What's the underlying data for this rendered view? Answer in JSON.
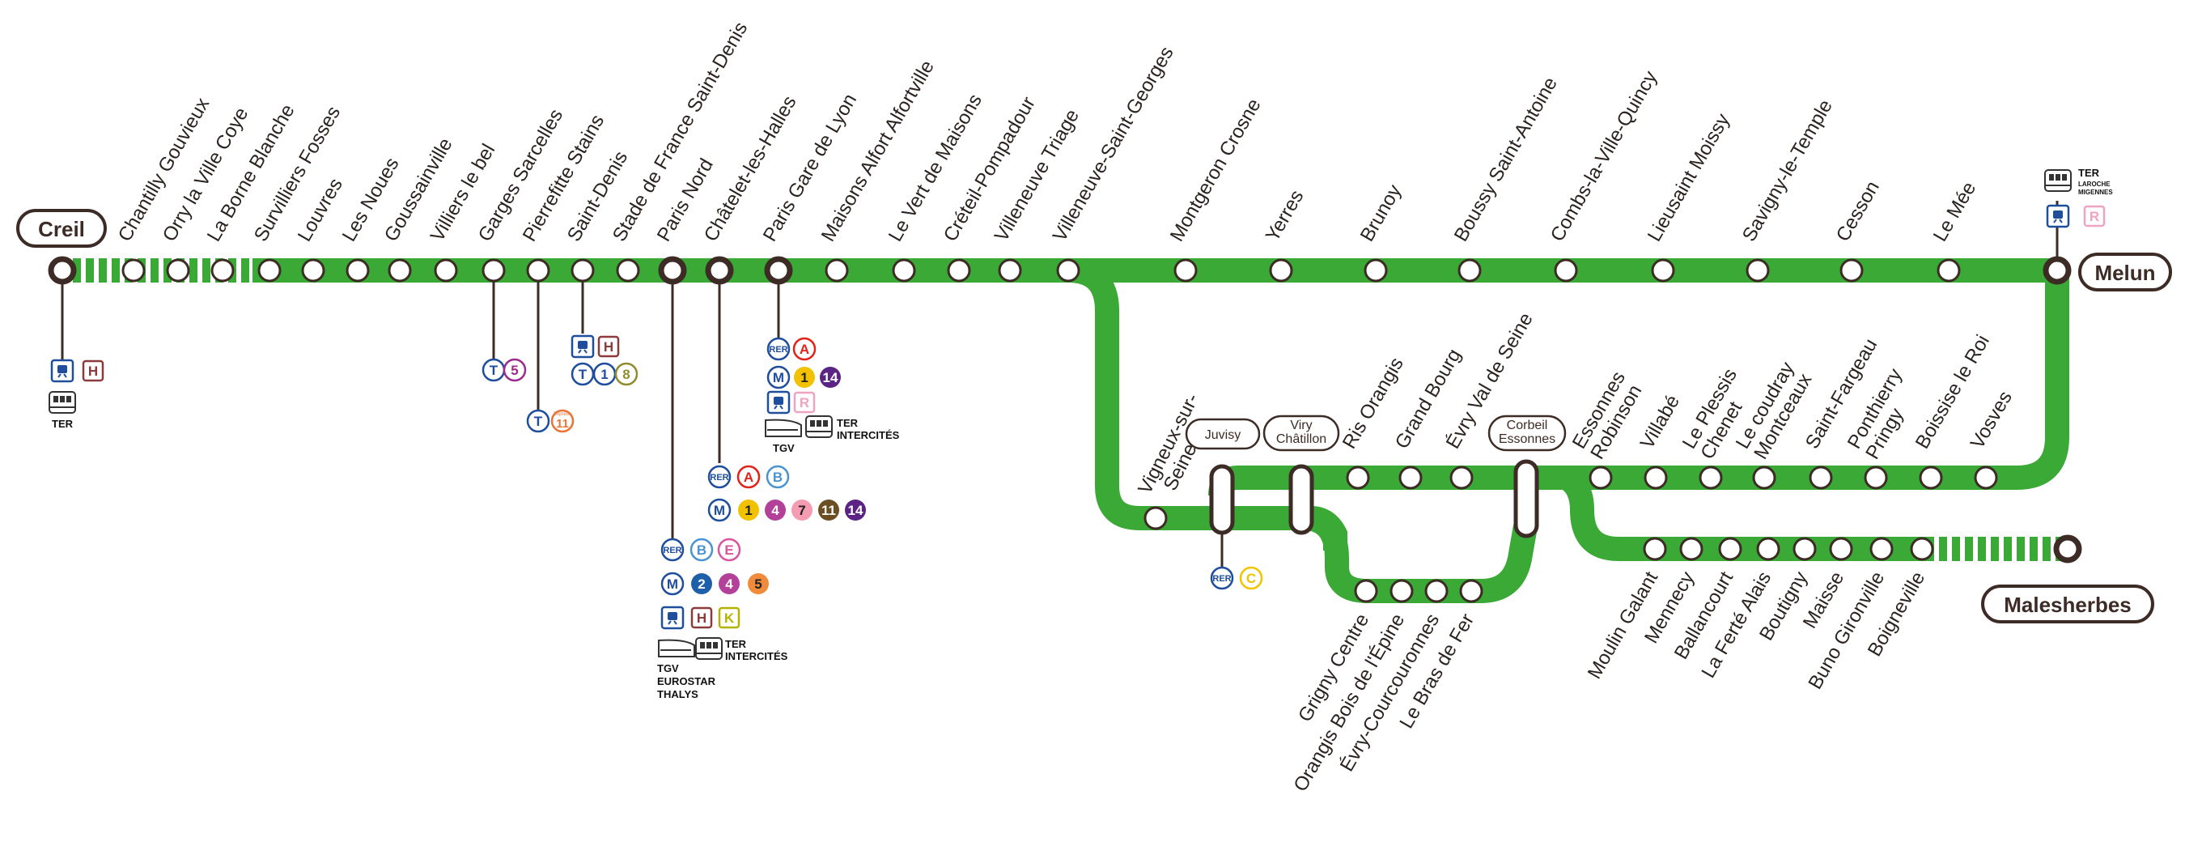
{
  "title": "",
  "colors": {
    "line": "#3aa935",
    "ink": "#3d2b25",
    "rer": "#1f4e9c",
    "metro": "#1f4e9c",
    "tram": "#1f4e9c",
    "rerA": "#e2231a",
    "rerB": "#4b93d1",
    "rerC": "#f2c400",
    "rerE": "#d9569c",
    "transH": "#8c3b3b",
    "transK": "#b5b300",
    "transR": "#efa3c1",
    "m1": "#f2c100",
    "m2": "#1d5fa8",
    "m4": "#b3419a",
    "m5": "#f08b3b",
    "m7": "#f59bb2",
    "m8": "#c6a6cf",
    "m11": "#6b4e21",
    "m14": "#5a2384",
    "t1": "#1f4e9c",
    "t5": "#9b2c8f",
    "t8": "#8f8d2e",
    "t11": "#e87436"
  },
  "terminals": {
    "creil": "Creil",
    "melun": "Melun",
    "malesherbes": "Malesherbes"
  },
  "stations": {
    "north": [
      "Chantilly Gouvieux",
      "Orry la Ville Coye",
      "La Borne Blanche",
      "Survilliers Fosses",
      "Louvres",
      "Les Noues",
      "Goussainville",
      "Villiers le bel",
      "Garges Sarcelles",
      "Pierrefitte Stains",
      "Saint-Denis",
      "Stade de France Saint-Denis",
      "Paris Nord",
      "Châtelet-les-Halles",
      "Paris Gare de Lyon",
      "Maisons Alfort Alfortville",
      "Le Vert de Maisons",
      "Créteil-Pompadour",
      "Villeneuve Triage",
      "Villeneuve-Saint-Georges"
    ],
    "melun_branch": [
      "Montgeron Crosne",
      "Yerres",
      "Brunoy",
      "Boussy Saint-Antoine",
      "Combs-la-Ville-Quincy",
      "Lieusaint Moissy",
      "Savigny-le-Temple",
      "Cesson",
      "Le Mée"
    ],
    "vigneux": "Vigneux-sur-Seine",
    "juvisy": "Juvisy",
    "viry": "Viry Châtillon",
    "corbeil": "Corbeil Essonnes",
    "upper_loop": [
      "Ris Orangis",
      "Grand Bourg",
      "Évry Val de Seine"
    ],
    "lower_loop": [
      "Grigny Centre",
      "Orangis Bois de l'Épine",
      "Évry-Courcouronnes",
      "Le Bras de Fer"
    ],
    "corbeil_melun": [
      "Essonnes Robinson",
      "Villabé",
      "Le Plessis Chenet",
      "Le coudray Montceaux",
      "Saint-Fargeau",
      "Ponthierry Pringy",
      "Boissise le Roi",
      "Vosves"
    ],
    "malesherbes_branch": [
      "Moulin Galant",
      "Mennecy",
      "Ballancourt",
      "La Ferté Alais",
      "Boutigny",
      "Maisse",
      "Buno Gironville",
      "Boigneville"
    ]
  },
  "connections": {
    "creil": {
      "train_icon": "train-icon",
      "line_h": "H",
      "ter_icon": "ter-train-icon",
      "ter": "TER"
    },
    "garges": {
      "tram": "T",
      "t5": "5"
    },
    "pierrefitte": {
      "tram": "T",
      "tram_express": "Express",
      "t11": "11"
    },
    "saint_denis": {
      "line_h": "H",
      "tram": "T",
      "t1": "1",
      "t8": "8"
    },
    "paris_nord": {
      "rer": "RER",
      "rer_b": "B",
      "rer_e": "E",
      "metro": "M",
      "m2": "2",
      "m4": "4",
      "m5": "5",
      "line_h": "H",
      "line_k": "K",
      "ter": "TER",
      "intercites": "INTERCITÉS",
      "tgv": "TGV",
      "eurostar": "EUROSTAR",
      "thalys": "THALYS"
    },
    "chatelet": {
      "rer": "RER",
      "rer_a": "A",
      "rer_b": "B",
      "metro": "M",
      "m1": "1",
      "m4": "4",
      "m7": "7",
      "m11": "11",
      "m14": "14"
    },
    "gare_de_lyon": {
      "rer": "RER",
      "rer_a": "A",
      "metro": "M",
      "m1": "1",
      "m14": "14",
      "line_r": "R",
      "ter": "TER",
      "intercites": "INTERCITÉS",
      "tgv": "TGV"
    },
    "juvisy": {
      "rer": "RER",
      "rer_c": "C"
    },
    "melun": {
      "ter": "TER",
      "ter_dest_1": "LAROCHE",
      "ter_dest_2": "MIGENNES",
      "line_r": "R"
    }
  }
}
